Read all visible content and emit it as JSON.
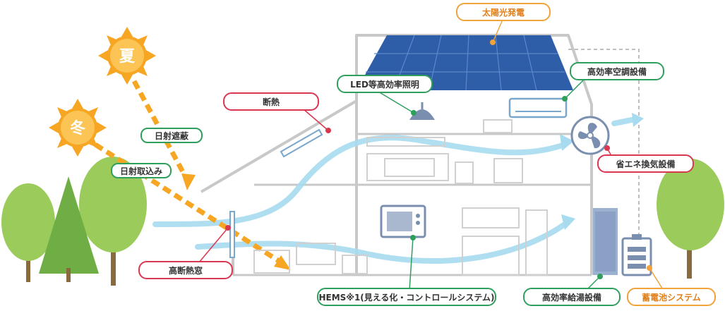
{
  "sun": {
    "summer_label": "夏",
    "winter_label": "冬"
  },
  "labels": {
    "solar": "太陽光発電",
    "led": "LED等高効率照明",
    "insulation": "断熱",
    "aircon": "高効率空調設備",
    "ventilation": "省エネ換気設備",
    "shading": "日射遮蔽",
    "intake": "日射取込み",
    "window": "高断熱窓",
    "hems": "HEMS※1(見える化・コントロールシステム)",
    "water_heater": "高効率給湯設備",
    "battery": "蓄電池システム"
  },
  "colors": {
    "red": "#d9364f",
    "green": "#2f9f5e",
    "orange": "#f0a23b",
    "sun": "#f6a623",
    "panel": "#2e5ea8",
    "airflow": "#a7dbef",
    "house_line": "#c8c8c8",
    "tree_light": "#9bcb5a",
    "tree_dark": "#6fae45",
    "trunk": "#8a6a3a"
  }
}
